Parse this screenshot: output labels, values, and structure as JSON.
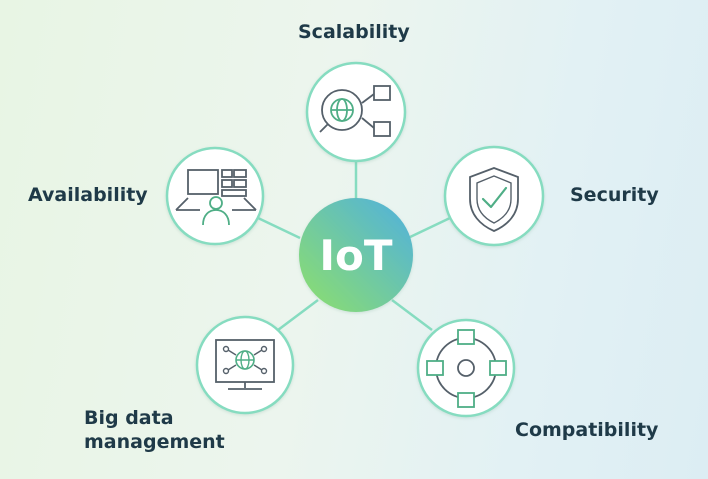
{
  "center": {
    "label": "IoT"
  },
  "nodes": [
    {
      "id": "scalability",
      "label": "Scalability",
      "icon": "globe-search-network-icon"
    },
    {
      "id": "security",
      "label": "Security",
      "icon": "shield-check-icon"
    },
    {
      "id": "compatibility",
      "label": "Compatibility",
      "icon": "connected-nodes-icon"
    },
    {
      "id": "big-data",
      "label": "Big data\nmanagement",
      "icon": "monitor-network-icon"
    },
    {
      "id": "availability",
      "label": "Availability",
      "icon": "user-workstation-icon"
    }
  ],
  "colors": {
    "hub_gradient_start": "#8ee06a",
    "hub_gradient_end": "#4fb0e0",
    "node_ring": "#86dcc0",
    "icon_stroke": "#55606a",
    "label_text": "#1f3a48"
  }
}
